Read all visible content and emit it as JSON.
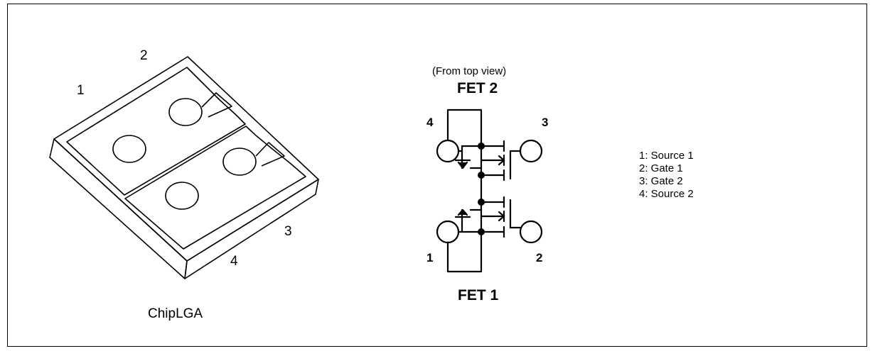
{
  "package": {
    "name": "ChipLGA",
    "pin_labels": [
      "1",
      "2",
      "3",
      "4"
    ]
  },
  "schematic": {
    "view_note": "(From top view)",
    "fet_top": "FET 2",
    "fet_bottom": "FET 1",
    "pin_labels": [
      "4",
      "3",
      "1",
      "2"
    ]
  },
  "legend": [
    "1: Source 1",
    "2: Gate 1",
    "3: Gate 2",
    "4: Source 2"
  ]
}
